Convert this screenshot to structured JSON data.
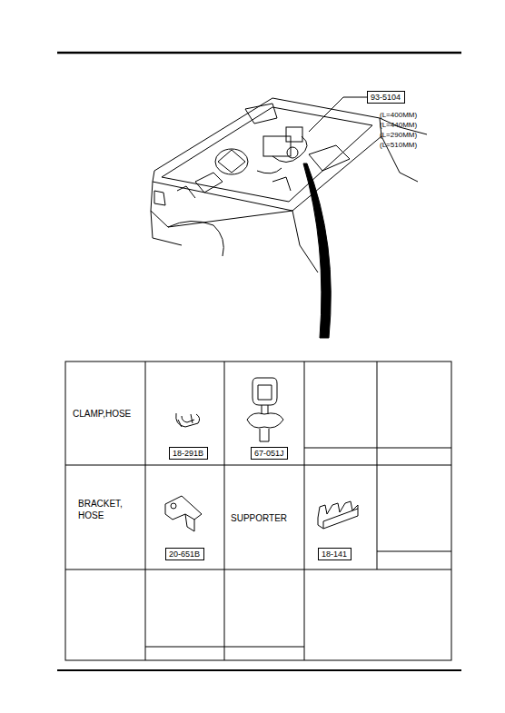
{
  "diagram": {
    "nodes": [
      {
        "text": [
          "93-5104"
        ]
      },
      {
        "text": [
          "18-291B"
        ]
      },
      {
        "text": [
          "67-051J"
        ]
      },
      {
        "text": [
          "20-651B"
        ]
      },
      {
        "text": [
          "18-141"
        ]
      }
    ],
    "labels": [
      "(L=400MM)",
      "(L=440MM)",
      "(L=290MM)",
      "(L=510MM)",
      "CLAMP,HOSE",
      "BRACKET, HOSE",
      "SUPPORTER"
    ]
  }
}
